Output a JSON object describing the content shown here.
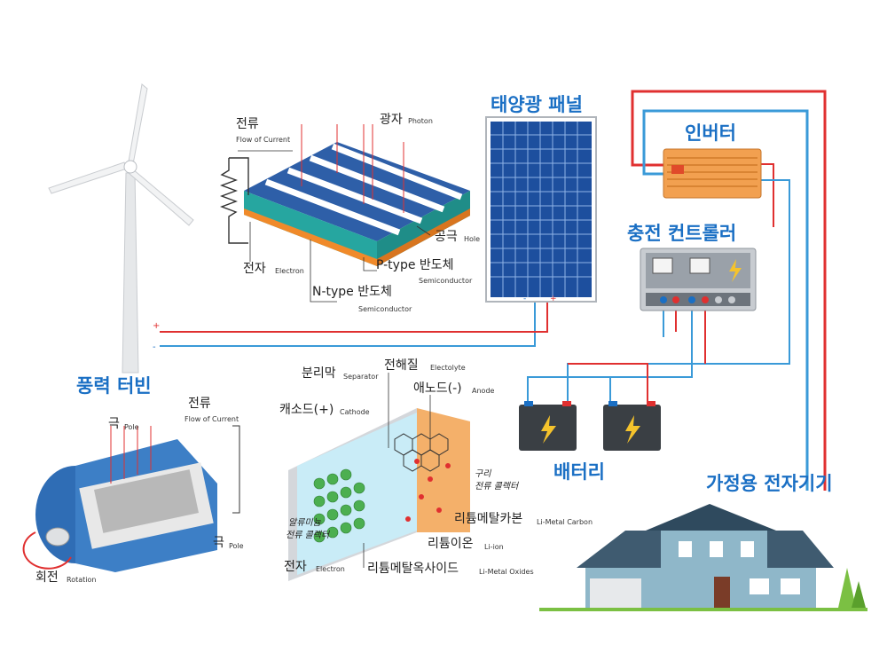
{
  "titles": {
    "solar_panel": "태양광 패널",
    "inverter": "인버터",
    "charge_controller": "충전 컨트롤러",
    "wind_turbine": "풍력 터빈",
    "battery": "배터리",
    "household": "가정용 전자기기"
  },
  "solar_cell": {
    "current_kr": "전류",
    "current_en": "Flow of Current",
    "photon_kr": "광자",
    "photon_en": "Photon",
    "hole_kr": "공극",
    "hole_en": "Hole",
    "electron_kr": "전자",
    "electron_en": "Electron",
    "ptype_kr": "P-type 반도체",
    "ptype_en": "Semiconductor",
    "ntype_kr": "N-type 반도체",
    "ntype_en": "Semiconductor"
  },
  "generator": {
    "pole_top_kr": "극",
    "pole_top_en": "Pole",
    "current_kr": "전류",
    "current_en": "Flow of Current",
    "pole_bottom_kr": "극",
    "pole_bottom_en": "Pole",
    "rotation_kr": "회전",
    "rotation_en": "Rotation"
  },
  "li_battery": {
    "separator_kr": "분리막",
    "separator_en": "Separator",
    "electrolyte_kr": "전해질",
    "electrolyte_en": "Electolyte",
    "anode_kr": "애노드(-)",
    "anode_en": "Anode",
    "cathode_kr": "캐소드(+)",
    "cathode_en": "Cathode",
    "copper_l1": "구리",
    "copper_l2": "전류 콜렉터",
    "al_l1": "알류미늄",
    "al_l2": "전류 콜렉터",
    "li_carbon_kr": "리튬메탈카본",
    "li_carbon_en": "Li-Metal Carbon",
    "li_ion_kr": "리튬이온",
    "li_ion_en": "Li-ion",
    "electron_kr": "전자",
    "electron_en": "Electron",
    "li_oxide_kr": "리튬메탈옥사이드",
    "li_oxide_en": "Li-Metal Oxides"
  },
  "terminals": {
    "plus": "+",
    "minus": "-"
  },
  "colors": {
    "title_blue": "#1a6fc4",
    "wire_red": "#e03030",
    "wire_blue": "#3a9ad8"
  }
}
